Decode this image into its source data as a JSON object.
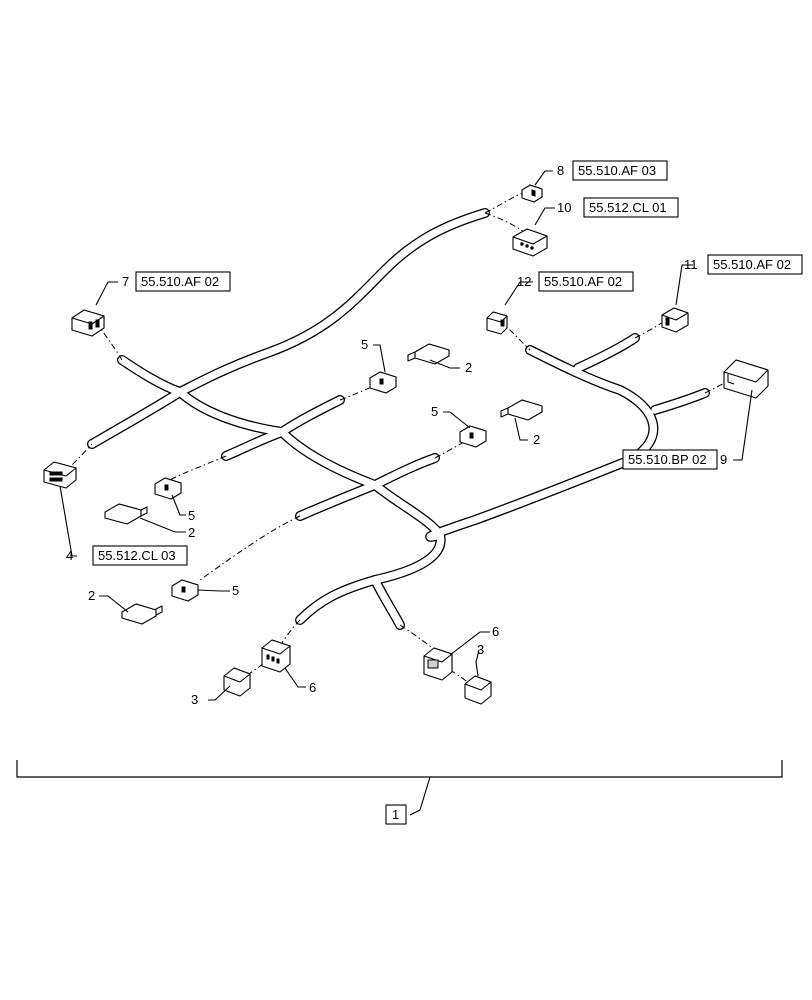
{
  "callouts": {
    "c1": "1",
    "c2a": "2",
    "c2b": "2",
    "c2c": "2",
    "c2d": "2",
    "c3a": "3",
    "c3b": "3",
    "c4": "4",
    "c5a": "5",
    "c5b": "5",
    "c5c": "5",
    "c5d": "5",
    "c6a": "6",
    "c6b": "6",
    "c7": "7",
    "c8": "8",
    "c9": "9",
    "c10": "10",
    "c11": "11",
    "c12": "12"
  },
  "references": {
    "r4": "55.512.CL 03",
    "r7": "55.510.AF 02",
    "r8": "55.510.AF 03",
    "r9": "55.510.BP 02",
    "r10": "55.512.CL 01",
    "r11": "55.510.AF 02",
    "r12": "55.510.AF 02"
  }
}
